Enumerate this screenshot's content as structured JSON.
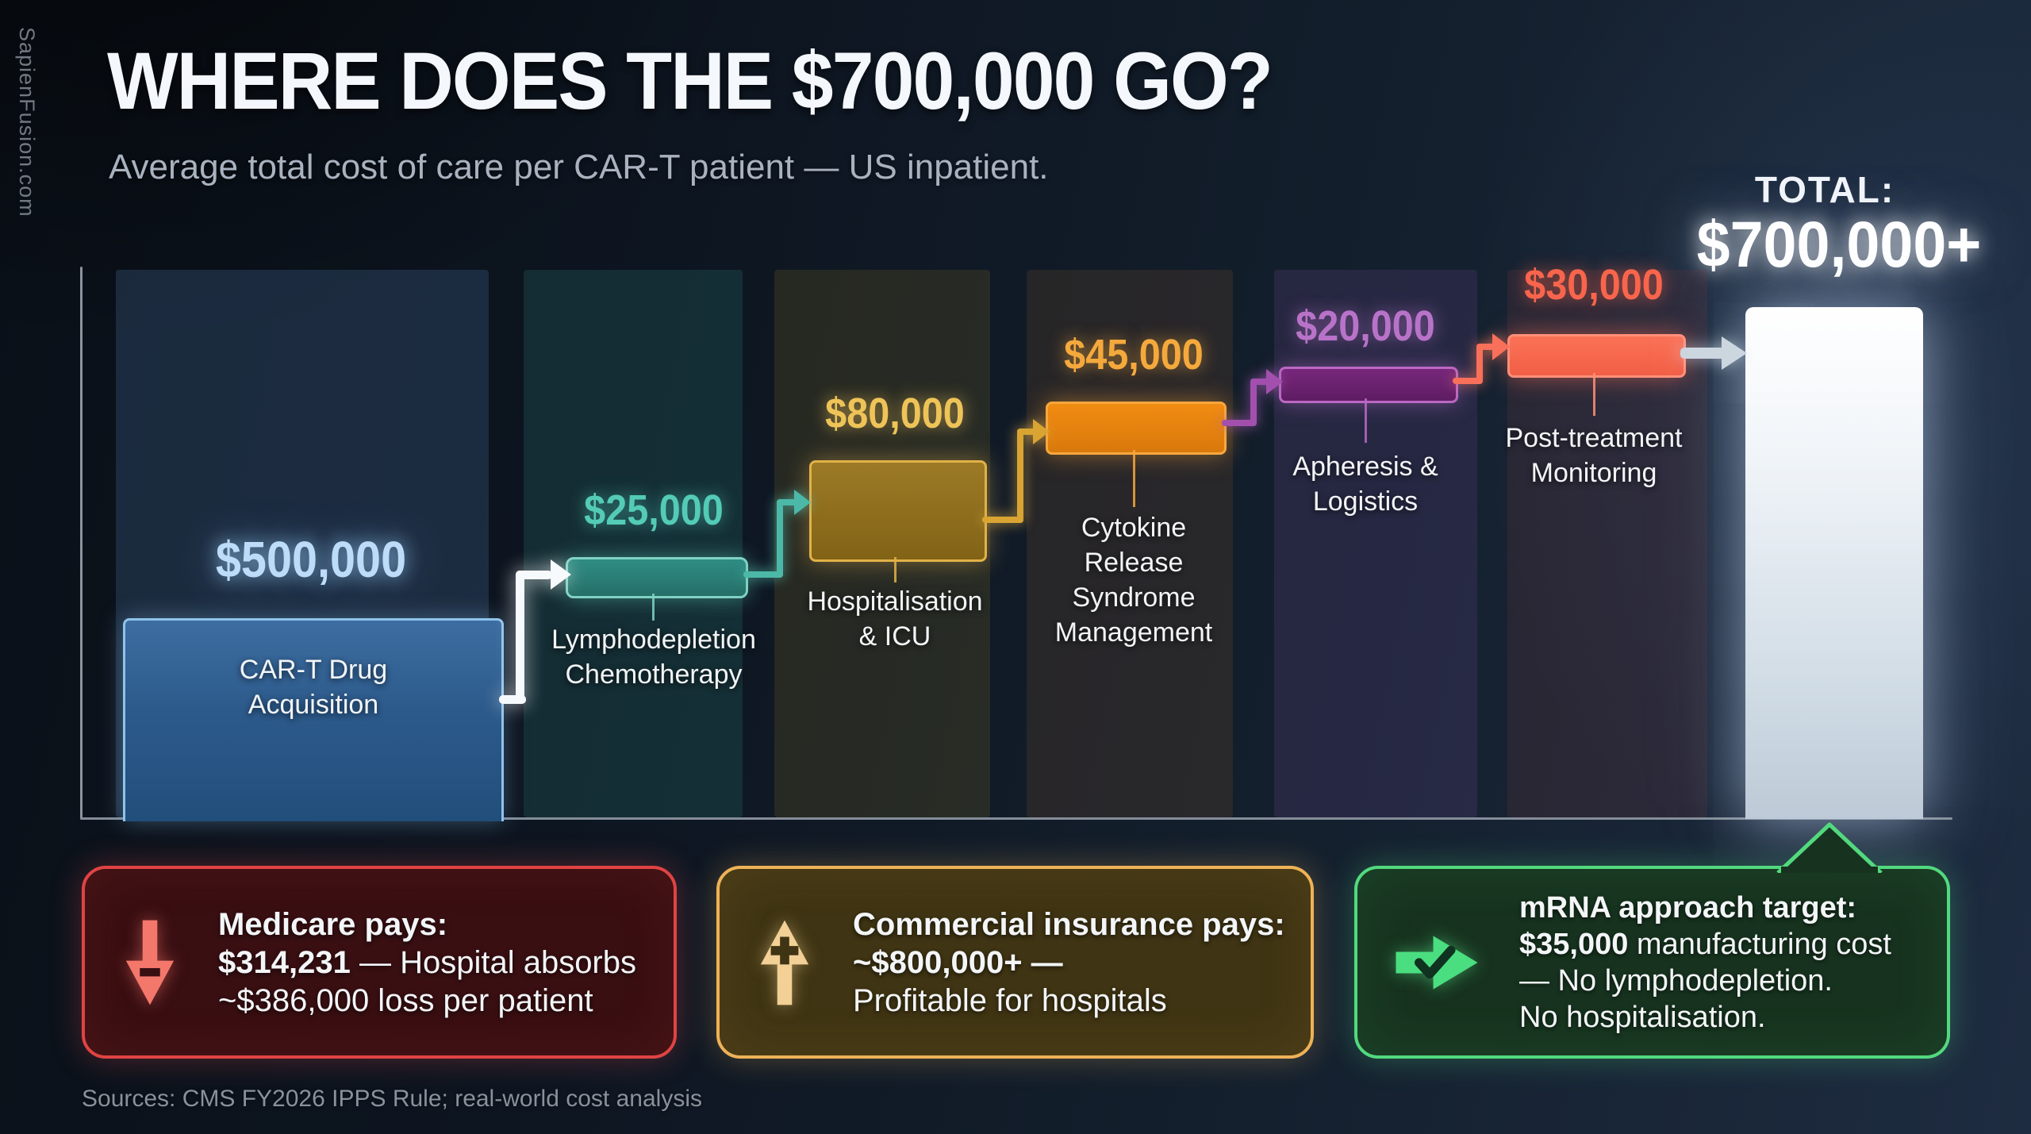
{
  "watermark": "SapienFusion.com",
  "header": {
    "title": "WHERE DOES THE $700,000 GO?",
    "subtitle": "Average total cost of care per CAR-T patient — US inpatient."
  },
  "chart_data": {
    "type": "bar",
    "title": "WHERE DOES THE $700,000 GO?",
    "subtitle": "Average total cost of care per CAR-T patient — US inpatient.",
    "categories": [
      "CAR-T Drug Acquisition",
      "Lymphodepletion Chemotherapy",
      "Hospitalisation & ICU",
      "Cytokine Release Syndrome Management",
      "Apheresis & Logistics",
      "Post-treatment Monitoring"
    ],
    "values": [
      500000,
      25000,
      80000,
      45000,
      20000,
      30000
    ],
    "ylim": [
      0,
      500000
    ],
    "grid": false,
    "legend": false,
    "steps": [
      {
        "amount_label": "$500,000",
        "value": 500000,
        "label": "CAR-T Drug\nAcquisition",
        "color": "#2c5a8b",
        "accent": "#bcdcf8"
      },
      {
        "amount_label": "$25,000",
        "value": 25000,
        "label": "Lymphodepletion\nChemotherapy",
        "color": "#2f8d84",
        "accent": "#54cbb6"
      },
      {
        "amount_label": "$80,000",
        "value": 80000,
        "label": "Hospitalisation\n& ICU",
        "color": "#8f6e20",
        "accent": "#eec358"
      },
      {
        "amount_label": "$45,000",
        "value": 45000,
        "label": "Cytokine\nRelease\nSyndrome\nManagement",
        "color": "#e8820e",
        "accent": "#f5a93c"
      },
      {
        "amount_label": "$20,000",
        "value": 20000,
        "label": "Apheresis &\nLogistics",
        "color": "#6e2470",
        "accent": "#b873c9"
      },
      {
        "amount_label": "$30,000",
        "value": 30000,
        "label": "Post-treatment\nMonitoring",
        "color": "#f96e54",
        "accent": "#f8654c"
      }
    ],
    "total": {
      "label": "TOTAL:",
      "value_label": "$700,000+",
      "value": 700000,
      "color": "#e9eef2"
    }
  },
  "cards": [
    {
      "id": "medicare",
      "icon": "down-arrow-minus-icon",
      "accent": "#e04343",
      "line1": "Medicare pays:",
      "line2_strong": "$314,231",
      "line2_rest": " — Hospital absorbs",
      "line3": "~$386,000 loss per patient"
    },
    {
      "id": "commercial-insurance",
      "icon": "up-arrow-plus-icon",
      "accent": "#eeb257",
      "line1": "Commercial insurance pays:",
      "line2_strong": "~$800,000+ —",
      "line2_rest": "",
      "line3": "Profitable for hospitals"
    },
    {
      "id": "mrna-target",
      "icon": "right-arrow-check-icon",
      "accent": "#52d97e",
      "line1": "mRNA approach target:",
      "line2_strong": "$35,000",
      "line2_rest": " manufacturing cost",
      "line3": "— No lymphodepletion.",
      "line4": "No hospitalisation."
    }
  ],
  "sources": "Sources: CMS FY2026 IPPS Rule; real-world cost analysis"
}
